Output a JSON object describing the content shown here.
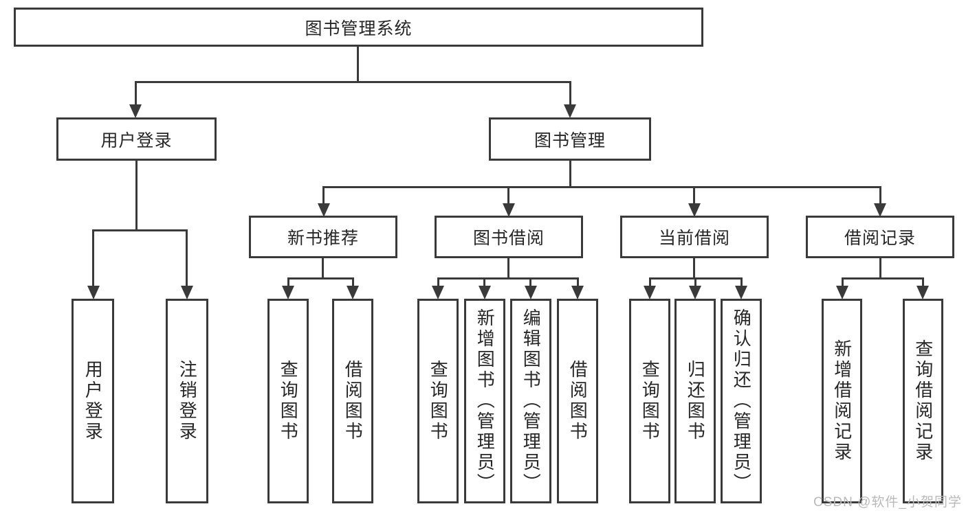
{
  "nodes": {
    "root": "图书管理系统",
    "l2": {
      "user_login": "用户登录",
      "book_mgmt": "图书管理"
    },
    "l3": {
      "new_books": "新书推荐",
      "borrowing": "图书借阅",
      "current": "当前借阅",
      "records": "借阅记录"
    },
    "l4": {
      "user_login": "用户登录",
      "logout": "注销登录",
      "nb_query": "查询图书",
      "nb_borrow": "借阅图书",
      "bw_query": "查询图书",
      "bw_add": "新增图书（管理员）",
      "bw_edit": "编辑图书（管理员）",
      "bw_borrow": "借阅图书",
      "cu_query": "查询图书",
      "cu_return": "归还图书",
      "cu_confirm": "确认归还（管理员）",
      "rc_add": "新增借阅记录",
      "rc_query": "查询借阅记录"
    }
  },
  "watermark": "CSDN @软件_小贺同学",
  "colors": {
    "line": "#3a3a3a",
    "text": "#262626",
    "watermark": "#b9b9b9",
    "background": "#ffffff"
  }
}
